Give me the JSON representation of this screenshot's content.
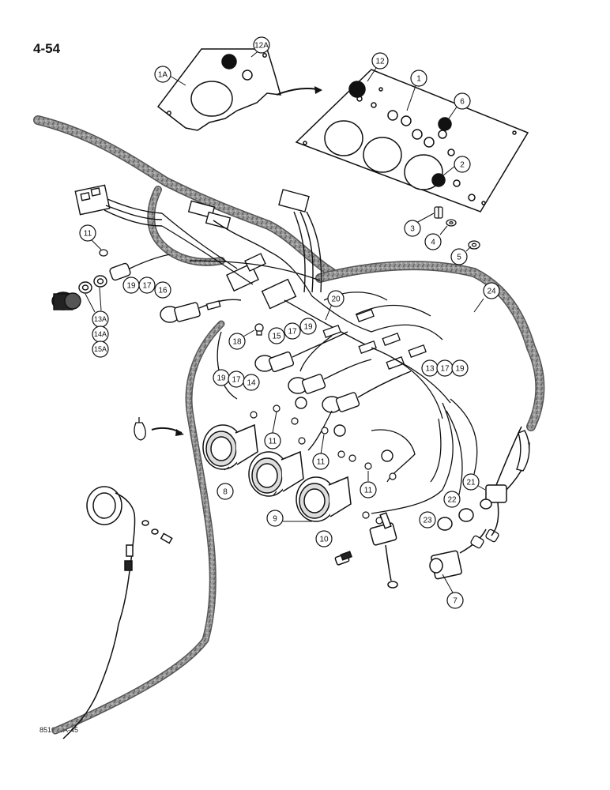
{
  "page": {
    "number": "4-54",
    "figure_code": "851025A-45"
  },
  "callouts": {
    "c1A": "1A",
    "c12A": "12A",
    "c12": "12",
    "c1": "1",
    "c6": "6",
    "c2": "2",
    "c3": "3",
    "c4": "4",
    "c5": "5",
    "c11a": "11",
    "c19a": "19",
    "c17a": "17",
    "c16": "16",
    "c13A": "13A",
    "c14A": "14A",
    "c15A": "15A",
    "c20": "20",
    "c24": "24",
    "c18": "18",
    "c15": "15",
    "c17b": "17",
    "c19b": "19",
    "c19c": "19",
    "c17c": "17",
    "c14": "14",
    "c13": "13",
    "c17d": "17",
    "c19d": "19",
    "c11b": "11",
    "c11c": "11",
    "c11d": "11",
    "c8": "8",
    "c9": "9",
    "c10": "10",
    "c21": "21",
    "c22": "22",
    "c23": "23",
    "c7": "7"
  },
  "colors": {
    "ink": "#111111",
    "harness": "#6b6b6b",
    "paper": "#ffffff"
  }
}
